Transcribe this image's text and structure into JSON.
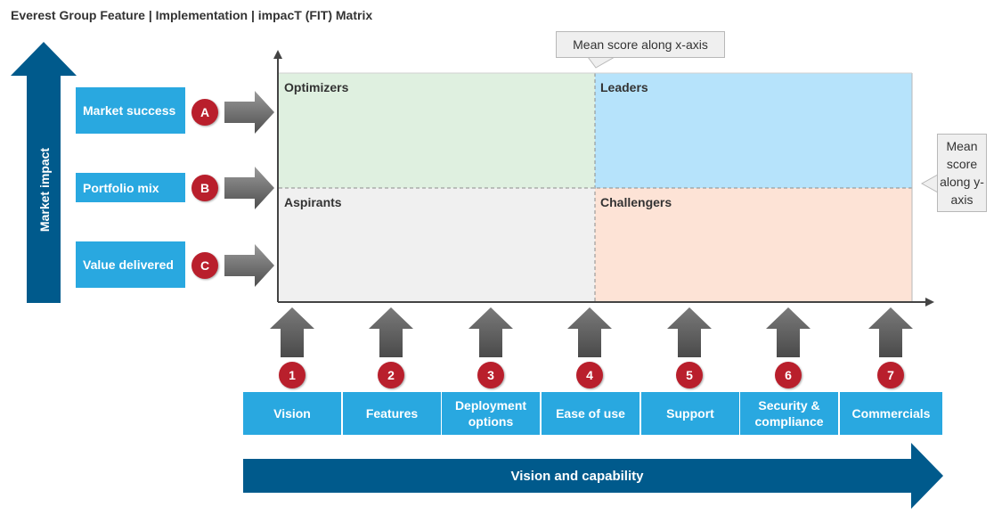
{
  "title": "Everest Group Feature | Implementation | impacT (FIT) Matrix",
  "market_impact": {
    "axis_label": "Market impact",
    "items": [
      {
        "badge": "A",
        "label": "Market success"
      },
      {
        "badge": "B",
        "label": "Portfolio mix"
      },
      {
        "badge": "C",
        "label": "Value delivered"
      }
    ]
  },
  "quadrants": {
    "top_left": "Optimizers",
    "top_right": "Leaders",
    "bottom_left": "Aspirants",
    "bottom_right": "Challengers"
  },
  "callouts": {
    "x_mean": "Mean score along x-axis",
    "y_mean": "Mean score along y-axis"
  },
  "vision_capability": {
    "axis_label": "Vision and capability",
    "items": [
      {
        "badge": "1",
        "label": "Vision"
      },
      {
        "badge": "2",
        "label": "Features"
      },
      {
        "badge": "3",
        "label": "Deployment options"
      },
      {
        "badge": "4",
        "label": "Ease of use"
      },
      {
        "badge": "5",
        "label": "Support"
      },
      {
        "badge": "6",
        "label": "Security & compliance"
      },
      {
        "badge": "7",
        "label": "Commercials"
      }
    ]
  },
  "colors": {
    "dark_blue": "#005a8c",
    "light_blue": "#29a8e0",
    "badge_red": "#b91f2c",
    "optimizers_bg": "#dff0e0",
    "leaders_bg": "#b6e3fb",
    "aspirants_bg": "#f0f0f0",
    "challengers_bg": "#fde3d6"
  }
}
